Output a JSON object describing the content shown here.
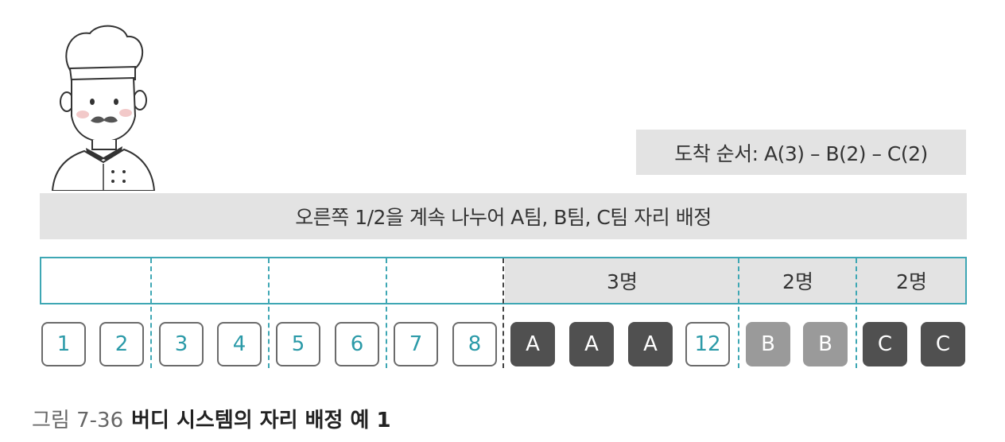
{
  "arrival_order": "도착 순서: A(3) – B(2) – C(2)",
  "instruction": "오른쪽 1/2을 계속 나누어 A팀, B팀, C팀 자리 배정",
  "groups": [
    {
      "label": "3명"
    },
    {
      "label": "2명"
    },
    {
      "label": "2명"
    }
  ],
  "seats": [
    {
      "label": "1",
      "state": "empty"
    },
    {
      "label": "2",
      "state": "empty"
    },
    {
      "label": "3",
      "state": "empty"
    },
    {
      "label": "4",
      "state": "empty"
    },
    {
      "label": "5",
      "state": "empty"
    },
    {
      "label": "6",
      "state": "empty"
    },
    {
      "label": "7",
      "state": "empty"
    },
    {
      "label": "8",
      "state": "empty"
    },
    {
      "label": "A",
      "state": "team-a"
    },
    {
      "label": "A",
      "state": "team-a"
    },
    {
      "label": "A",
      "state": "team-a"
    },
    {
      "label": "12",
      "state": "empty"
    },
    {
      "label": "B",
      "state": "team-b"
    },
    {
      "label": "B",
      "state": "team-b"
    },
    {
      "label": "C",
      "state": "team-c"
    },
    {
      "label": "C",
      "state": "team-c"
    }
  ],
  "caption": {
    "number": "그림 7-36",
    "title": "버디 시스템의 자리 배정 예 1"
  },
  "colors": {
    "accent_teal": "#3ea7b4",
    "team_a": "#505050",
    "team_b": "#9a9a9a",
    "team_c": "#505050",
    "panel_gray": "#e3e3e3"
  }
}
